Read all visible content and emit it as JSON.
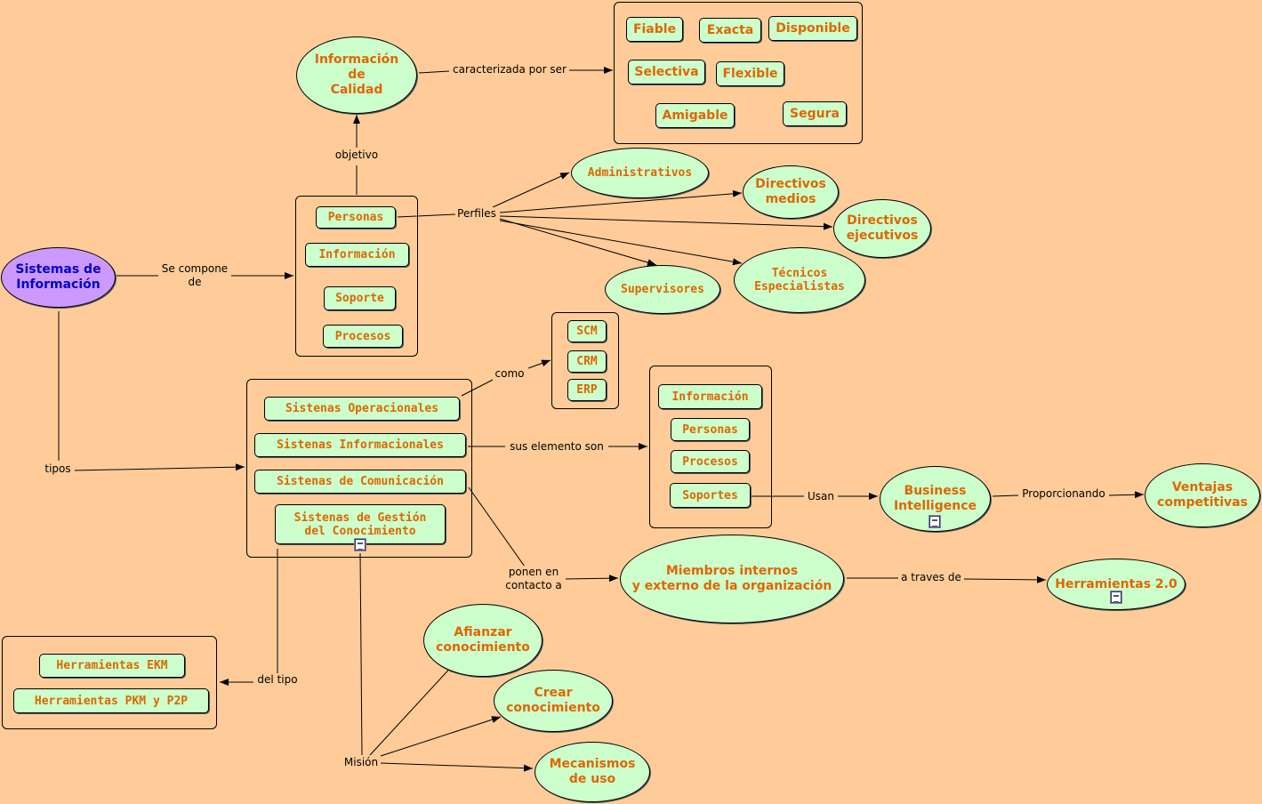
{
  "nodes": {
    "sistemas": "Sistemas de\nInformación",
    "info_calidad": "Información\nde\nCalidad",
    "fiable": "Fiable",
    "exacta": "Exacta",
    "disponible": "Disponible",
    "selectiva": "Selectiva",
    "flexible": "Flexible",
    "amigable": "Amigable",
    "segura": "Segura",
    "personas": "Personas",
    "informacion": "Información",
    "soporte": "Soporte",
    "procesos": "Procesos",
    "administrativos": "Administrativos",
    "directivos_medios": "Directivos\nmedios",
    "directivos_ejecutivos": "Directivos\nejecutivos",
    "supervisores": "Supervisores",
    "tecnicos": "Técnicos\nEspecialistas",
    "scm": "SCM",
    "crm": "CRM",
    "erp": "ERP",
    "operacionales": "Sistenas Operacionales",
    "informacionales": "Sistenas Informacionales",
    "comunicacion": "Sistenas de Comunicación",
    "gestion": "Sistenas de Gestión\ndel Conocimiento",
    "e_informacion": "Información",
    "e_personas": "Personas",
    "e_procesos": "Procesos",
    "e_soportes": "Soportes",
    "business": "Business\nIntelligence",
    "ventajas": "Ventajas\ncompetitivas",
    "miembros": "Miembros internos\ny externo de la organización",
    "herramientas20": "Herramientas 2.0",
    "ekm": "Herramientas EKM",
    "pkm": "Herramientas PKM y P2P",
    "afianzar": "Afianzar\nconocimiento",
    "crear": "Crear\nconocimiento",
    "mecanismos": "Mecanismos\nde uso"
  },
  "labels": {
    "se_compone": "Se compone\nde",
    "caracterizada": "caracterizada por ser",
    "objetivo": "objetivo",
    "perfiles": "Perfiles",
    "tipos": "tipos",
    "como": "como",
    "sus_elemento": "sus elemento son",
    "usan": "Usan",
    "proporcionando": "Proporcionando",
    "ponen_en": "ponen en\ncontacto a",
    "a_traves": "a traves de",
    "del_tipo": "del tipo",
    "mision": "Misión"
  },
  "colors": {
    "background": "#FFCC99",
    "concept_fill": "#CCFFCC",
    "concept_text": "#E06600",
    "main_fill": "#CC99FF",
    "main_text": "#0000CC"
  }
}
